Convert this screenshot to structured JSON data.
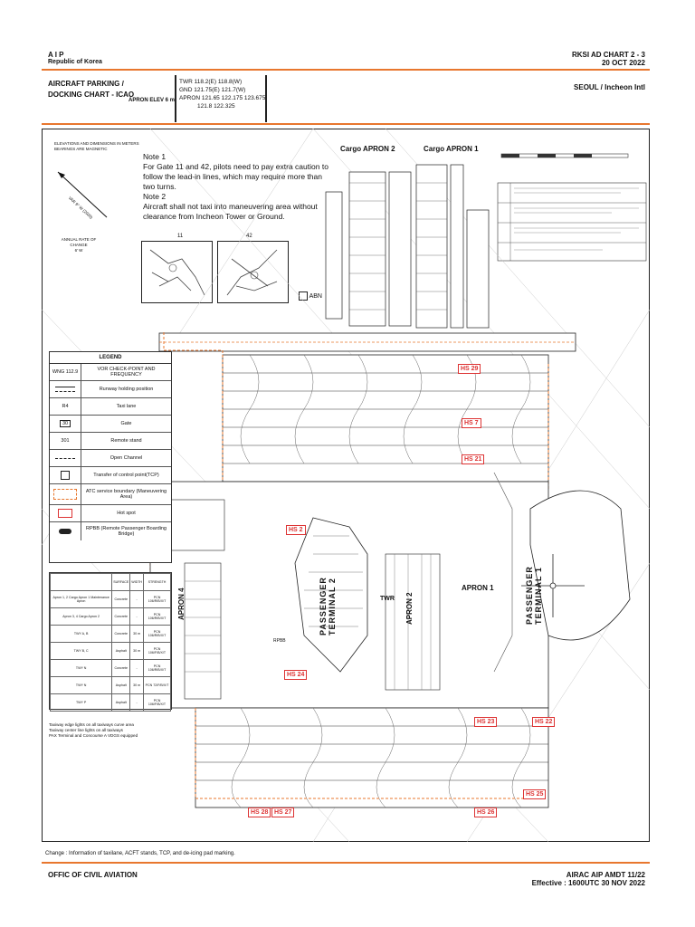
{
  "header": {
    "aip": "A I P",
    "country": "Republic of Korea",
    "chart_id": "RKSI AD CHART 2 - 3",
    "chart_date": "20 OCT 2022",
    "chart_title_1": "AIRCRAFT PARKING /",
    "chart_title_2": "DOCKING CHART - ICAO",
    "apron_elev": "APRON ELEV 6 m",
    "freq_1": "TWR    118.2(E)    118.8(W)",
    "freq_2": "GND    121.75(E)  121.7(W)",
    "freq_3": "APRON 121.65   122.175  123.675",
    "freq_4": "121.8   122.325",
    "airport": "SEOUL / Incheon Intl"
  },
  "map": {
    "elev_note_1": "ELEVATIONS AND DIMENSIONS IN METERS",
    "elev_note_2": "BEARINGS ARE MAGNETIC",
    "var_label": "VAR 9° W (2020)",
    "annual_rate_1": "ANNUAL RATE OF CHANGE",
    "annual_rate_2": "6' W",
    "note1_title": "Note 1",
    "note1_text": "For Gate 11 and 42, pilots need to pay extra caution to follow the lead-in lines, which may require more than two turns.",
    "note2_title": "Note 2",
    "note2_text": "Aircraft shall not taxi into maneuvering area without clearance from Incheon Tower or Ground.",
    "inset_11": "11",
    "inset_42": "42",
    "abn": "ABN",
    "cargo_apron_2": "Cargo APRON 2",
    "cargo_apron_1": "Cargo APRON 1",
    "apron_4": "APRON 4",
    "apron_2": "APRON 2",
    "apron_1": "APRON 1",
    "twr": "TWR",
    "passenger_terminal_2": "PASSENGER TERMINAL 2",
    "passenger_terminal_1": "PASSENGER TERMINAL 1",
    "rpbb": "RPBB",
    "hotspots": [
      "HS 29",
      "HS 7",
      "HS 21",
      "HS 2",
      "HS 24",
      "HS 23",
      "HS 22",
      "HS 28",
      "HS 27",
      "HS 26",
      "HS 25"
    ]
  },
  "legend": {
    "title": "LEGEND",
    "rows": [
      {
        "symbol": "WNG 112.9",
        "label": "VOR CHECK-POINT AND FREQUENCY"
      },
      {
        "symbol": "",
        "label": "Runway holding position"
      },
      {
        "symbol": "R4",
        "label": "Taxi lane"
      },
      {
        "symbol": "30",
        "label": "Gate"
      },
      {
        "symbol": "301",
        "label": "Remote stand"
      },
      {
        "symbol": "",
        "label": "Open Channel"
      },
      {
        "symbol": "",
        "label": "Transfer of control point(TCP)"
      },
      {
        "symbol": "",
        "label": "ATC service boundary (Maneuvering Area)"
      },
      {
        "symbol": "",
        "label": "Hot spot"
      },
      {
        "symbol": "",
        "label": "RPBB (Remote Passenger Boarding Bridge)"
      }
    ],
    "colors": {
      "hotspot": "#dd3333",
      "boundary": "#e8772e"
    }
  },
  "surface_table": {
    "headers": [
      "",
      "SURFACE",
      "WIDTH",
      "STRENGTH"
    ],
    "rows": [
      [
        "Apron 1, 2 Cargo Apron 1 Maintenance Apron",
        "Concrete",
        "-",
        "PCN 106/R/B/X/T"
      ],
      [
        "Apron 3, 4 Cargo Apron 2",
        "Concrete",
        "-",
        "PCN 106/R/B/X/T"
      ],
      [
        "TWY A, B",
        "Concrete",
        "30 m",
        "PCN 106/R/B/X/T"
      ],
      [
        "TWY B, C",
        "Asphalt",
        "30 m",
        "PCN 106/F/B/X/T"
      ],
      [
        "TWY N",
        "Concrete",
        "-",
        "PCN 106/R/B/X/T"
      ],
      [
        "TWY N",
        "Asphalt",
        "30 m",
        "PCN 72/F/B/X/T"
      ],
      [
        "TWY P",
        "Asphalt",
        "-",
        "PCN 106/F/B/X/T"
      ]
    ],
    "footnote_1": "Taxiway edge lights on all taxiways curve area",
    "footnote_2": "Taxiway center line lights on all taxiways",
    "footnote_3": "PAX Terminal and Concourse A VDGS equipped"
  },
  "footer": {
    "change": "Change : Information of taxilane, ACFT stands, TCP, and de-icing pad marking.",
    "office": "OFFIC OF CIVIL AVIATION",
    "amdt": "AIRAC AIP AMDT 11/22",
    "effective": "Effective : 1600UTC 30 NOV 2022"
  }
}
